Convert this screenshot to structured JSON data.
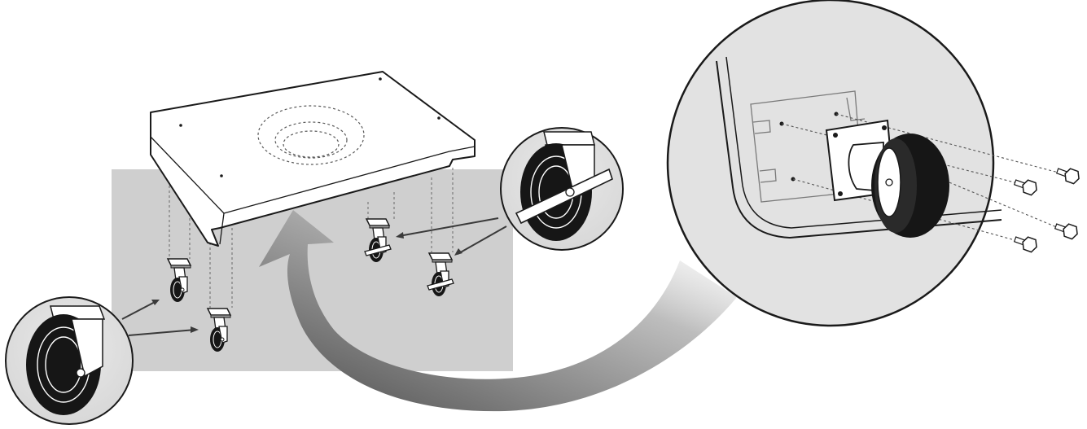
{
  "figure": {
    "colors": {
      "background": "#ffffff",
      "gray_panel": "#cfcfcf",
      "zoom_fill": "#dcdcdc",
      "zoom_fill_outer": "#ececec",
      "ink": "#1a1a1a",
      "arrow": "#404040",
      "wheel": "#161616"
    },
    "components": {
      "base": "tray-base",
      "castors_fixed": 2,
      "castors_braked": 2,
      "screws": 4
    },
    "icons": [
      "caster-wheel-icon",
      "brake-lever-icon",
      "mounting-screw-icon",
      "curved-arrow-icon"
    ]
  }
}
